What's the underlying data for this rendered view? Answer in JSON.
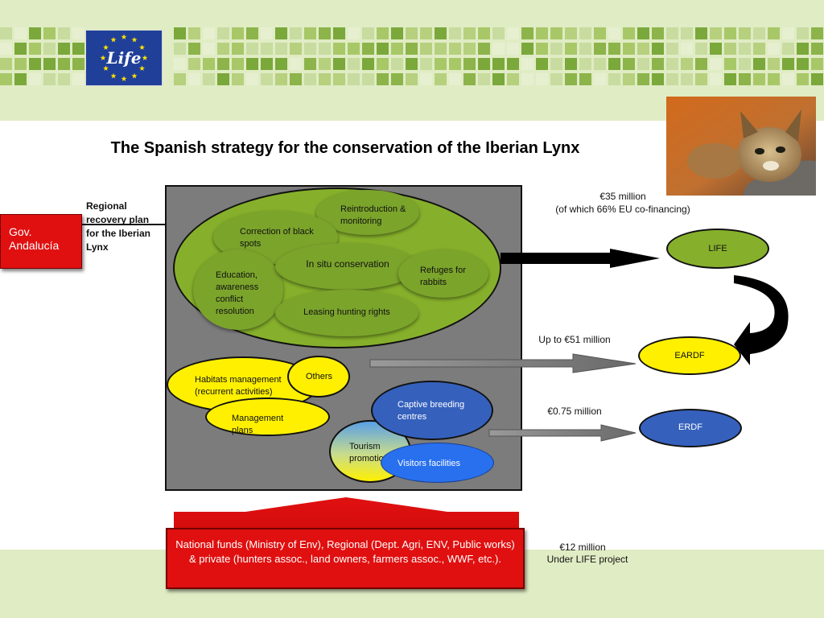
{
  "title": "The Spanish strategy for the conservation of the Iberian Lynx",
  "logo_text": "Life",
  "gov_box": "Gov. Andalucía",
  "regional_plan": "Regional recovery plan for the Iberian Lynx",
  "green_items": {
    "reintroduction": "Reintroduction & monitoring",
    "black_spots": "Correction of black spots",
    "in_situ": "In situ conservation",
    "refuges": "Refuges for rabbits",
    "education": "Education, awareness conflict resolution",
    "leasing": "Leasing hunting rights"
  },
  "yellow_items": {
    "habitats": "Habitats management (recurrent activities)",
    "others": "Others",
    "management_plans": "Management plans",
    "tourism": "Tourism promotion"
  },
  "blue_items": {
    "captive": "Captive breeding centres",
    "visitors": "Visitors facilities"
  },
  "funds": {
    "life": {
      "name": "LIFE",
      "amount": "€35 million",
      "note": "(of which 66% EU co-financing)"
    },
    "eardf": {
      "name": "EARDF",
      "amount": "Up to €51 million"
    },
    "erdf": {
      "name": "ERDF",
      "amount": "€0.75 million"
    }
  },
  "life_project": {
    "amount": "€12 million",
    "note": "Under LIFE project"
  },
  "national_funds": "National funds (Ministry of Env), Regional (Dept. Agri, ENV, Public works) & private (hunters assoc., land owners, farmers assoc., WWF, etc.).",
  "colors": {
    "band": "#e0ecc4",
    "green": "#86b02b",
    "yellow": "#fff000",
    "blue": "#3561bd",
    "red": "#e01010",
    "gray": "#7c7c7c",
    "eu_blue": "#1f3f99"
  }
}
